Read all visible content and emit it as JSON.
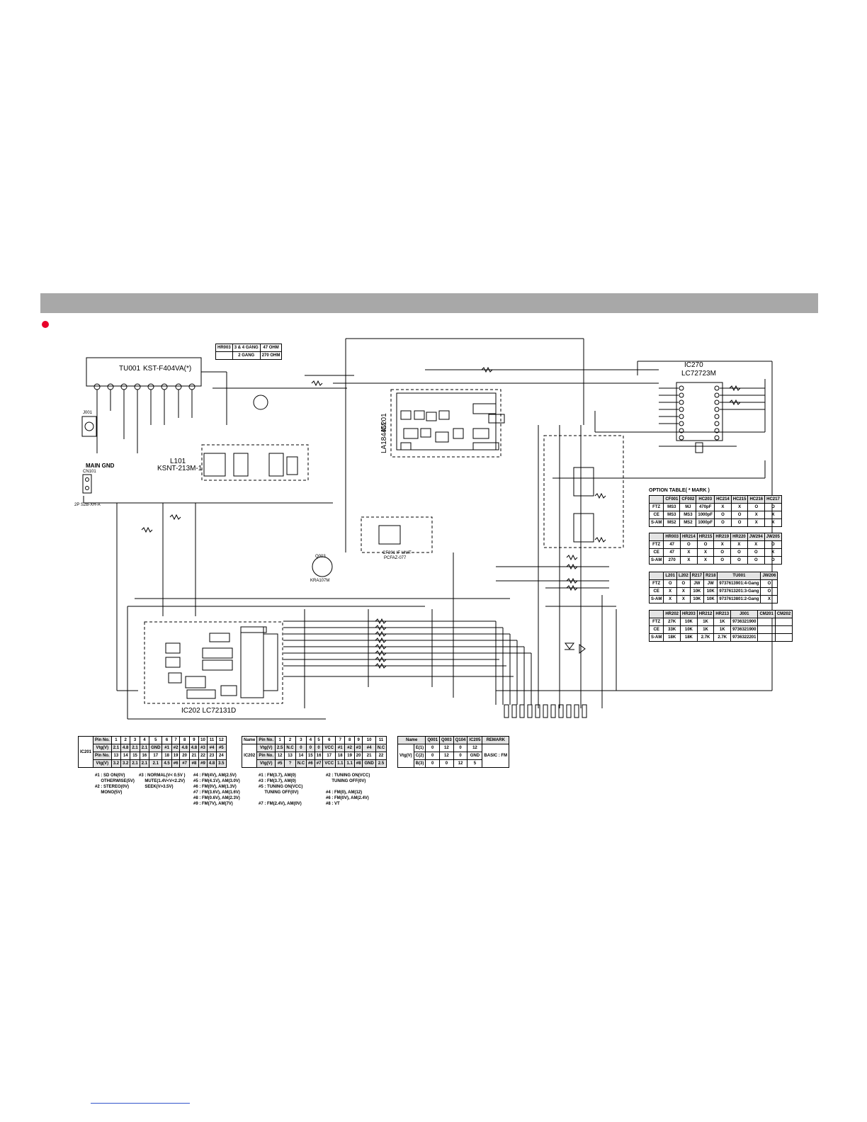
{
  "colors": {
    "band": "#a8a8a8",
    "bullet": "#e8002a"
  },
  "hr003_table": [
    [
      "HR003",
      "3 & 4 GANG",
      "47 OHM"
    ],
    [
      "",
      "2 GANG",
      "270 OHM"
    ]
  ],
  "labels": {
    "tu001": "TU001",
    "tu001_part": "KST-F404VA(*)",
    "l101": "L101",
    "l101_part": "KSNT-213M-1",
    "main_gnd": "MAIN GND",
    "cn101": "CN101",
    "cn101_part": "2P S2B-XH-A",
    "j001": "J001",
    "ic201": "IC201",
    "ic201_part": "LA1844M",
    "ic202": "IC202 LC72131D",
    "ic270": "IC270",
    "ic270_part": "LC72723M",
    "q003": "Q003",
    "q003_part": "KRA107M",
    "cf201": "CF201 IF UNIT",
    "cf201_part": "PCFAZ-077"
  },
  "option_title": "OPTION TABLE( * MARK )",
  "option_table1": {
    "header": [
      "",
      "CF001",
      "CF002",
      "HC203",
      "HC214",
      "HC215",
      "HC216",
      "HC217"
    ],
    "rows": [
      [
        "FTZ",
        "MS3",
        "MJ",
        "470pF",
        "X",
        "X",
        "O",
        "O"
      ],
      [
        "CE",
        "MS3",
        "MS3",
        "1000pF",
        "O",
        "O",
        "X",
        "X"
      ],
      [
        "S-AM",
        "MS2",
        "MS2",
        "1000pF",
        "O",
        "O",
        "X",
        "X"
      ]
    ]
  },
  "option_table2": {
    "header": [
      "",
      "HR003",
      "HR214",
      "HR215",
      "HR219",
      "HR220",
      "JW294",
      "JW205"
    ],
    "rows": [
      [
        "FTZ",
        "47",
        "O",
        "O",
        "X",
        "X",
        "X",
        "O"
      ],
      [
        "CE",
        "47",
        "X",
        "X",
        "O",
        "O",
        "O",
        "X"
      ],
      [
        "S-AM",
        "270",
        "X",
        "X",
        "O",
        "O",
        "O",
        "O"
      ]
    ]
  },
  "option_table3": {
    "header": [
      "",
      "L201",
      "L202",
      "R217",
      "R218",
      "TU001",
      "JW206"
    ],
    "rows": [
      [
        "FTZ",
        "O",
        "O",
        "JW",
        "JW",
        "9737613901:4-Gang",
        "O"
      ],
      [
        "CE",
        "X",
        "X",
        "10K",
        "10K",
        "9737613201:3-Gang",
        "O"
      ],
      [
        "S-AM",
        "X",
        "X",
        "10K",
        "10K",
        "9737613801:2-Gang",
        "X"
      ]
    ]
  },
  "option_table4": {
    "header": [
      "",
      "HR202",
      "HR203",
      "HR212",
      "HR213",
      "J001",
      "CM201",
      "CM202"
    ],
    "rows": [
      [
        "FTZ",
        "27K",
        "10K",
        "1K",
        "1K",
        "9736321900",
        "",
        ""
      ],
      [
        "CE",
        "33K",
        "10K",
        "1K",
        "1K",
        "9736321900",
        "",
        ""
      ],
      [
        "S-AM",
        "18K",
        "18K",
        "2.7K",
        "2.7K",
        "9736322201",
        "",
        ""
      ]
    ]
  },
  "ic201_table": {
    "name": "IC201",
    "rows": [
      [
        "Pin No.",
        "1",
        "2",
        "3",
        "4",
        "5",
        "6",
        "7",
        "8",
        "9",
        "10",
        "11",
        "12"
      ],
      [
        "Vtg(V)",
        "2.1",
        "4.8",
        "2.1",
        "2.1",
        "GND",
        "#1",
        "#2",
        "4.8",
        "4.8",
        "#3",
        "#4",
        "#5"
      ],
      [
        "Pin No.",
        "13",
        "14",
        "15",
        "16",
        "17",
        "18",
        "19",
        "20",
        "21",
        "22",
        "23",
        "24"
      ],
      [
        "Vtg(V)",
        "3.2",
        "3.2",
        "2.1",
        "2.1",
        "2.1",
        "4.5",
        "#6",
        "#7",
        "#8",
        "#9",
        "4.8",
        "3.5"
      ]
    ]
  },
  "ic201_notes": {
    "c1": "#1 : SD ON(0V)\n     OTHERWISE(5V)\n#2 : STEREO(0V)\n     MONO(5V)",
    "c2": "#3 : NORMAL(V< 0.5V )\n     MUTE(1.4V<V<2.2V)\n     SEEK(V>3.5V)",
    "c3": "#4 : FM(4V), AM(2.5V)\n#5 : FM(4.1V), AM(3.0V)\n#6 : FM(0V), AM(1.3V)\n#7 : FM(3.6V), AM(1.6V)\n#8 : FM(0.6V), AM(2.3V)\n#9 : FM(7V), AM(7V)"
  },
  "ic202_table": {
    "name": "IC202",
    "name_label": "Name",
    "rows": [
      [
        "Pin No.",
        "1",
        "2",
        "3",
        "4",
        "5",
        "6",
        "7",
        "8",
        "9",
        "10",
        "11"
      ],
      [
        "Vtg(V)",
        "2.5",
        "N.C",
        "0",
        "0",
        "0",
        "VCC",
        "#1",
        "#2",
        "#3",
        "#4",
        "N.C"
      ],
      [
        "Pin No.",
        "12",
        "13",
        "14",
        "15",
        "16",
        "17",
        "18",
        "19",
        "20",
        "21",
        "22"
      ],
      [
        "Vtg(V)",
        "#5",
        "?",
        "N.C",
        "#6",
        "#7",
        "VCC",
        "1.1",
        "1.1",
        "#8",
        "GND",
        "2.5"
      ]
    ]
  },
  "ic202_notes": {
    "c1": "#1 : FM(3.7), AM(0)\n#3 : FM(3.7), AM(0)\n#5 : TUNING ON(VCC)\n     TUNING OFF(0V)\n\n#7 : FM(2.4V), AM(0V)",
    "c2": "#2 : TUNING ON(VCC)\n     TUNING OFF(0V)\n\n#4 : FM(0), AM(12)\n#6 : FM(0V), AM(2.4V)\n#8 : VT"
  },
  "q_table": {
    "header": [
      "Name",
      "Q001",
      "Q003",
      "Q104",
      "IC205",
      "REMARK"
    ],
    "row_label": "Vtg(V)",
    "rows": [
      [
        "E(1)",
        "0",
        "12",
        "0",
        "12"
      ],
      [
        "C(2)",
        "0",
        "12",
        "0",
        "GND"
      ],
      [
        "B(3)",
        "0",
        "0",
        "12",
        "5"
      ]
    ],
    "remark": "BASIC : FM"
  }
}
